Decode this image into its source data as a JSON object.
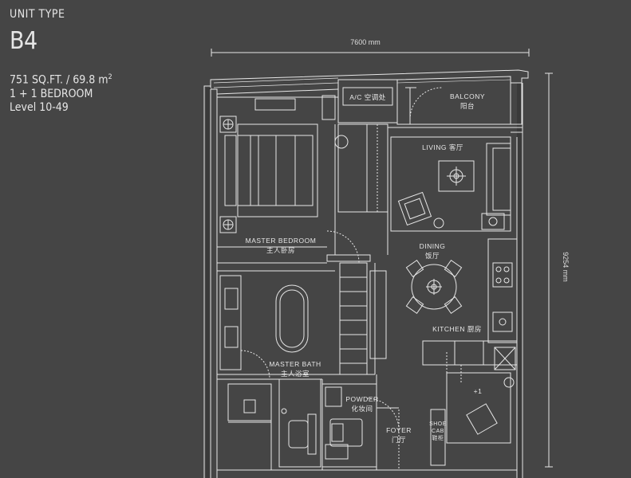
{
  "header": {
    "unit_type_label": "UNIT TYPE",
    "unit_code": "B4"
  },
  "specs": {
    "area_prefix": "751 SQ.FT. / 69.8 m",
    "area_sup": "2",
    "bedrooms": "1 + 1 BEDROOM",
    "levels": "Level 10-49"
  },
  "dimensions": {
    "width": "7600 mm",
    "depth": "9254 mm"
  },
  "rooms": {
    "ac": "A/C 空调处",
    "balcony_en": "BALCONY",
    "balcony_cn": "阳台",
    "living": "LIVING 客厅",
    "master_bedroom_en": "MASTER BEDROOM",
    "master_bedroom_cn": "主人卧房",
    "dining_en": "DINING",
    "dining_cn": "饭厅",
    "kitchen": "KITCHEN 厨房",
    "master_bath_en": "MASTER BATH",
    "master_bath_cn": "主人浴室",
    "powder_en": "POWDER",
    "powder_cn": "化妆间",
    "foyer_en": "FOYER",
    "foyer_cn": "门厅",
    "shoe_cab_1": "SHOE",
    "shoe_cab_2": "CAB",
    "shoe_cab_cn": "鞋柜",
    "plus_one": "+1"
  },
  "colors": {
    "background": "#454545",
    "linework": "#e6e6e6",
    "wall_fill": "#3a3a3a"
  }
}
